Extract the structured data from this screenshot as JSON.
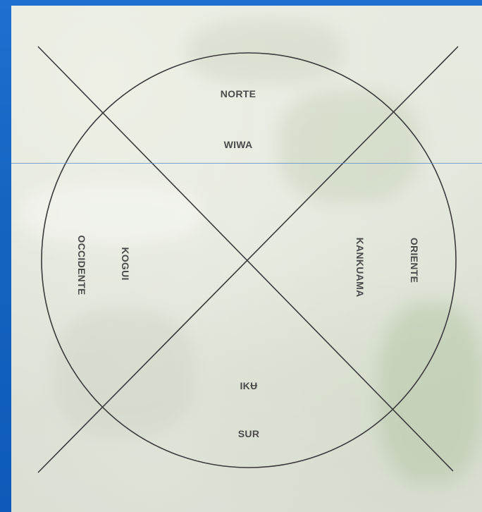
{
  "diagram": {
    "labels": {
      "north": "NORTE",
      "north_people": "WIWA",
      "west": "OCCIDENTE",
      "west_people": "KOGUI",
      "east_people": "KANKUAMA",
      "east": "ORIENTE",
      "south_people": "IKɄ",
      "south": "SUR"
    }
  },
  "colors": {
    "frame_blue": "#1565c0",
    "line": "#3a3a3a",
    "text": "#4a4a4a"
  }
}
